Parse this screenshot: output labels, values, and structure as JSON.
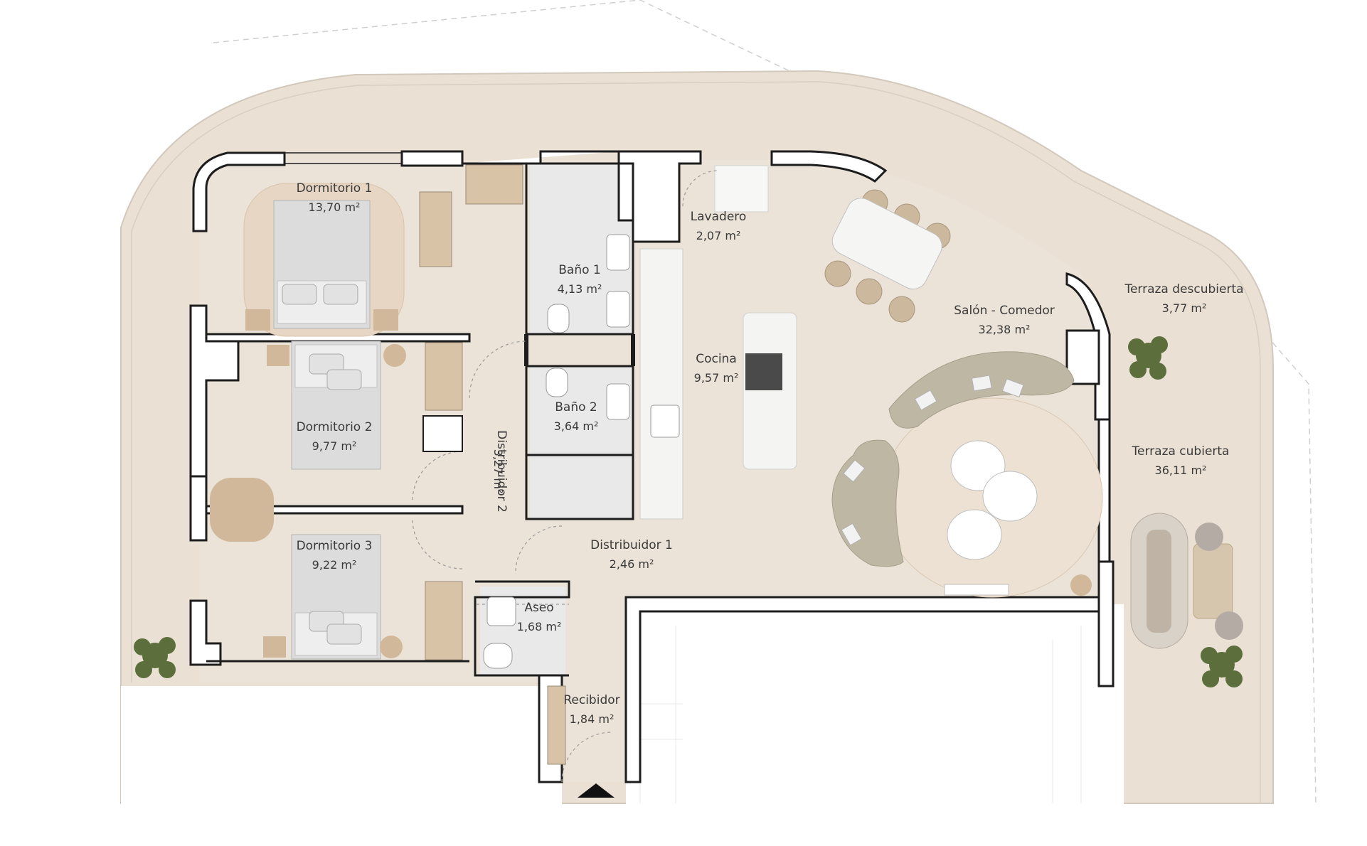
{
  "colors": {
    "floor": "#ece3d8",
    "terrace": "#eae0d4",
    "wall": "#1d1d1d",
    "wall_fill": "#ffffff",
    "wet_floor": "#e9e9e9",
    "sofa": "#bdb7a4",
    "rug": "#e6d6c3",
    "bed": "#dcdcdc",
    "wood": "#d2b89a",
    "plant": "#5c6e3c",
    "marble": "#f4f4f2"
  },
  "rooms": {
    "dormitorio1": {
      "name": "Dormitorio 1",
      "area": "13,70 m²"
    },
    "dormitorio2": {
      "name": "Dormitorio 2",
      "area": "9,77 m²"
    },
    "dormitorio3": {
      "name": "Dormitorio 3",
      "area": "9,22 m²"
    },
    "bano1": {
      "name": "Baño 1",
      "area": "4,13 m²"
    },
    "bano2": {
      "name": "Baño 2",
      "area": "3,64 m²"
    },
    "lavadero": {
      "name": "Lavadero",
      "area": "2,07 m²"
    },
    "cocina": {
      "name": "Cocina",
      "area": "9,57 m²"
    },
    "salon": {
      "name": "Salón - Comedor",
      "area": "32,38 m²"
    },
    "distribuidor2": {
      "name": "Distribuidor 2",
      "area": "3,27 m²"
    },
    "distribuidor1": {
      "name": "Distribuidor 1",
      "area": "2,46 m²"
    },
    "aseo": {
      "name": "Aseo",
      "area": "1,68 m²"
    },
    "recibidor": {
      "name": "Recibidor",
      "area": "1,84 m²"
    },
    "terraza_descubierta": {
      "name": "Terraza descubierta",
      "area": "3,77 m²"
    },
    "terraza_cubierta": {
      "name": "Terraza cubierta",
      "area": "36,11 m²"
    }
  },
  "entrance_marker": "entrance-arrow-icon"
}
